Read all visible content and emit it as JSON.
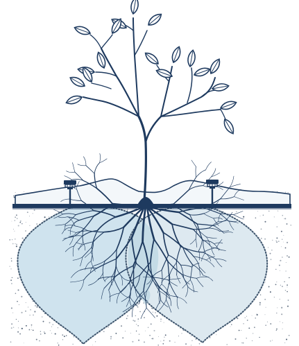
{
  "illustration": {
    "colors": {
      "background": "#ffffff",
      "ink": "#1e3a5f",
      "soil_dot": "#2a3d55",
      "wet_zone_fill": "#cfe3ee",
      "wet_zone_edge": "#3f566e",
      "overlap_fill": "#b9d4e1",
      "mound_fill": "#f3f7fa"
    },
    "elements": [
      "tree",
      "leaf-cluster",
      "soil-surface",
      "soil-mound",
      "drip-line-pipe",
      "left-dripper-emitter",
      "right-dripper-emitter",
      "left-wetting-bulb",
      "right-wetting-bulb",
      "root-system",
      "soil-speckle"
    ]
  }
}
